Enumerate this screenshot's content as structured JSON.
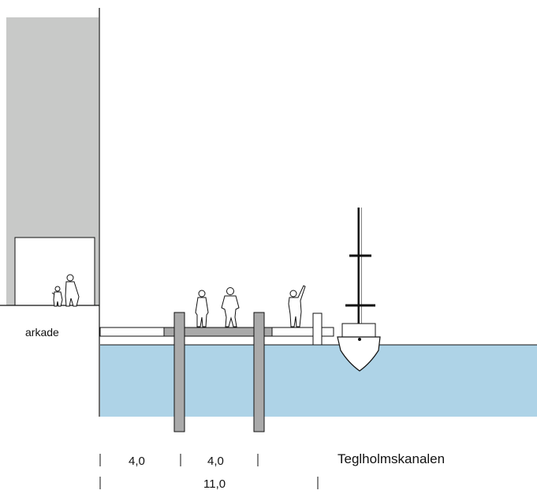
{
  "labels": {
    "arcade": "arkade",
    "dim_left": "4,0",
    "dim_middle": "4,0",
    "dim_total": "11,0",
    "canal": "Teglholmskanalen"
  },
  "colors": {
    "building": "#c8c9c8",
    "water": "#aed3e7",
    "pier": "#aaaaaa",
    "line": "#111111"
  }
}
